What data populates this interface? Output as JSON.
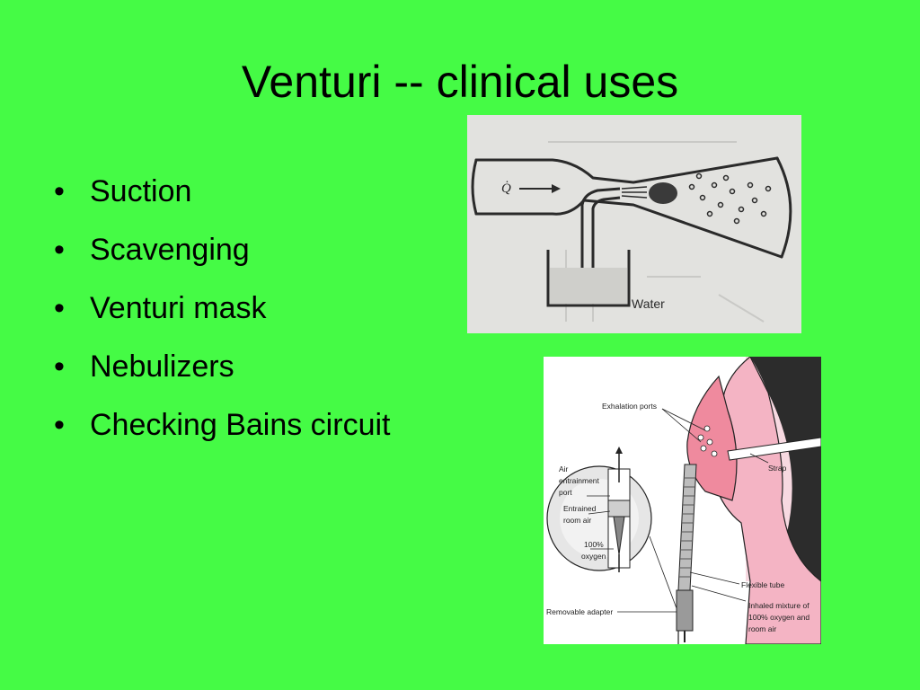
{
  "slide": {
    "title": "Venturi -- clinical uses",
    "bullets": [
      "Suction",
      "Scavenging",
      "Venturi mask",
      "Nebulizers",
      "Checking Bains circuit"
    ]
  },
  "venturi_diagram": {
    "flow_symbol": "Q̇",
    "water_label": "Water"
  },
  "mask_diagram": {
    "labels": {
      "exhalation_ports": "Exhalation ports",
      "strap": "Strap",
      "air_entrainment_1": "Air",
      "air_entrainment_2": "entrainment",
      "air_entrainment_3": "port",
      "entrained_1": "Entrained",
      "entrained_2": "room air",
      "oxygen_1": "100%",
      "oxygen_2": "oxygen",
      "flexible_tube": "Flexible tube",
      "removable_adapter": "Removable adapter",
      "inhaled_1": "Inhaled mixture of",
      "inhaled_2": "100% oxygen and",
      "inhaled_3": "room air"
    }
  }
}
